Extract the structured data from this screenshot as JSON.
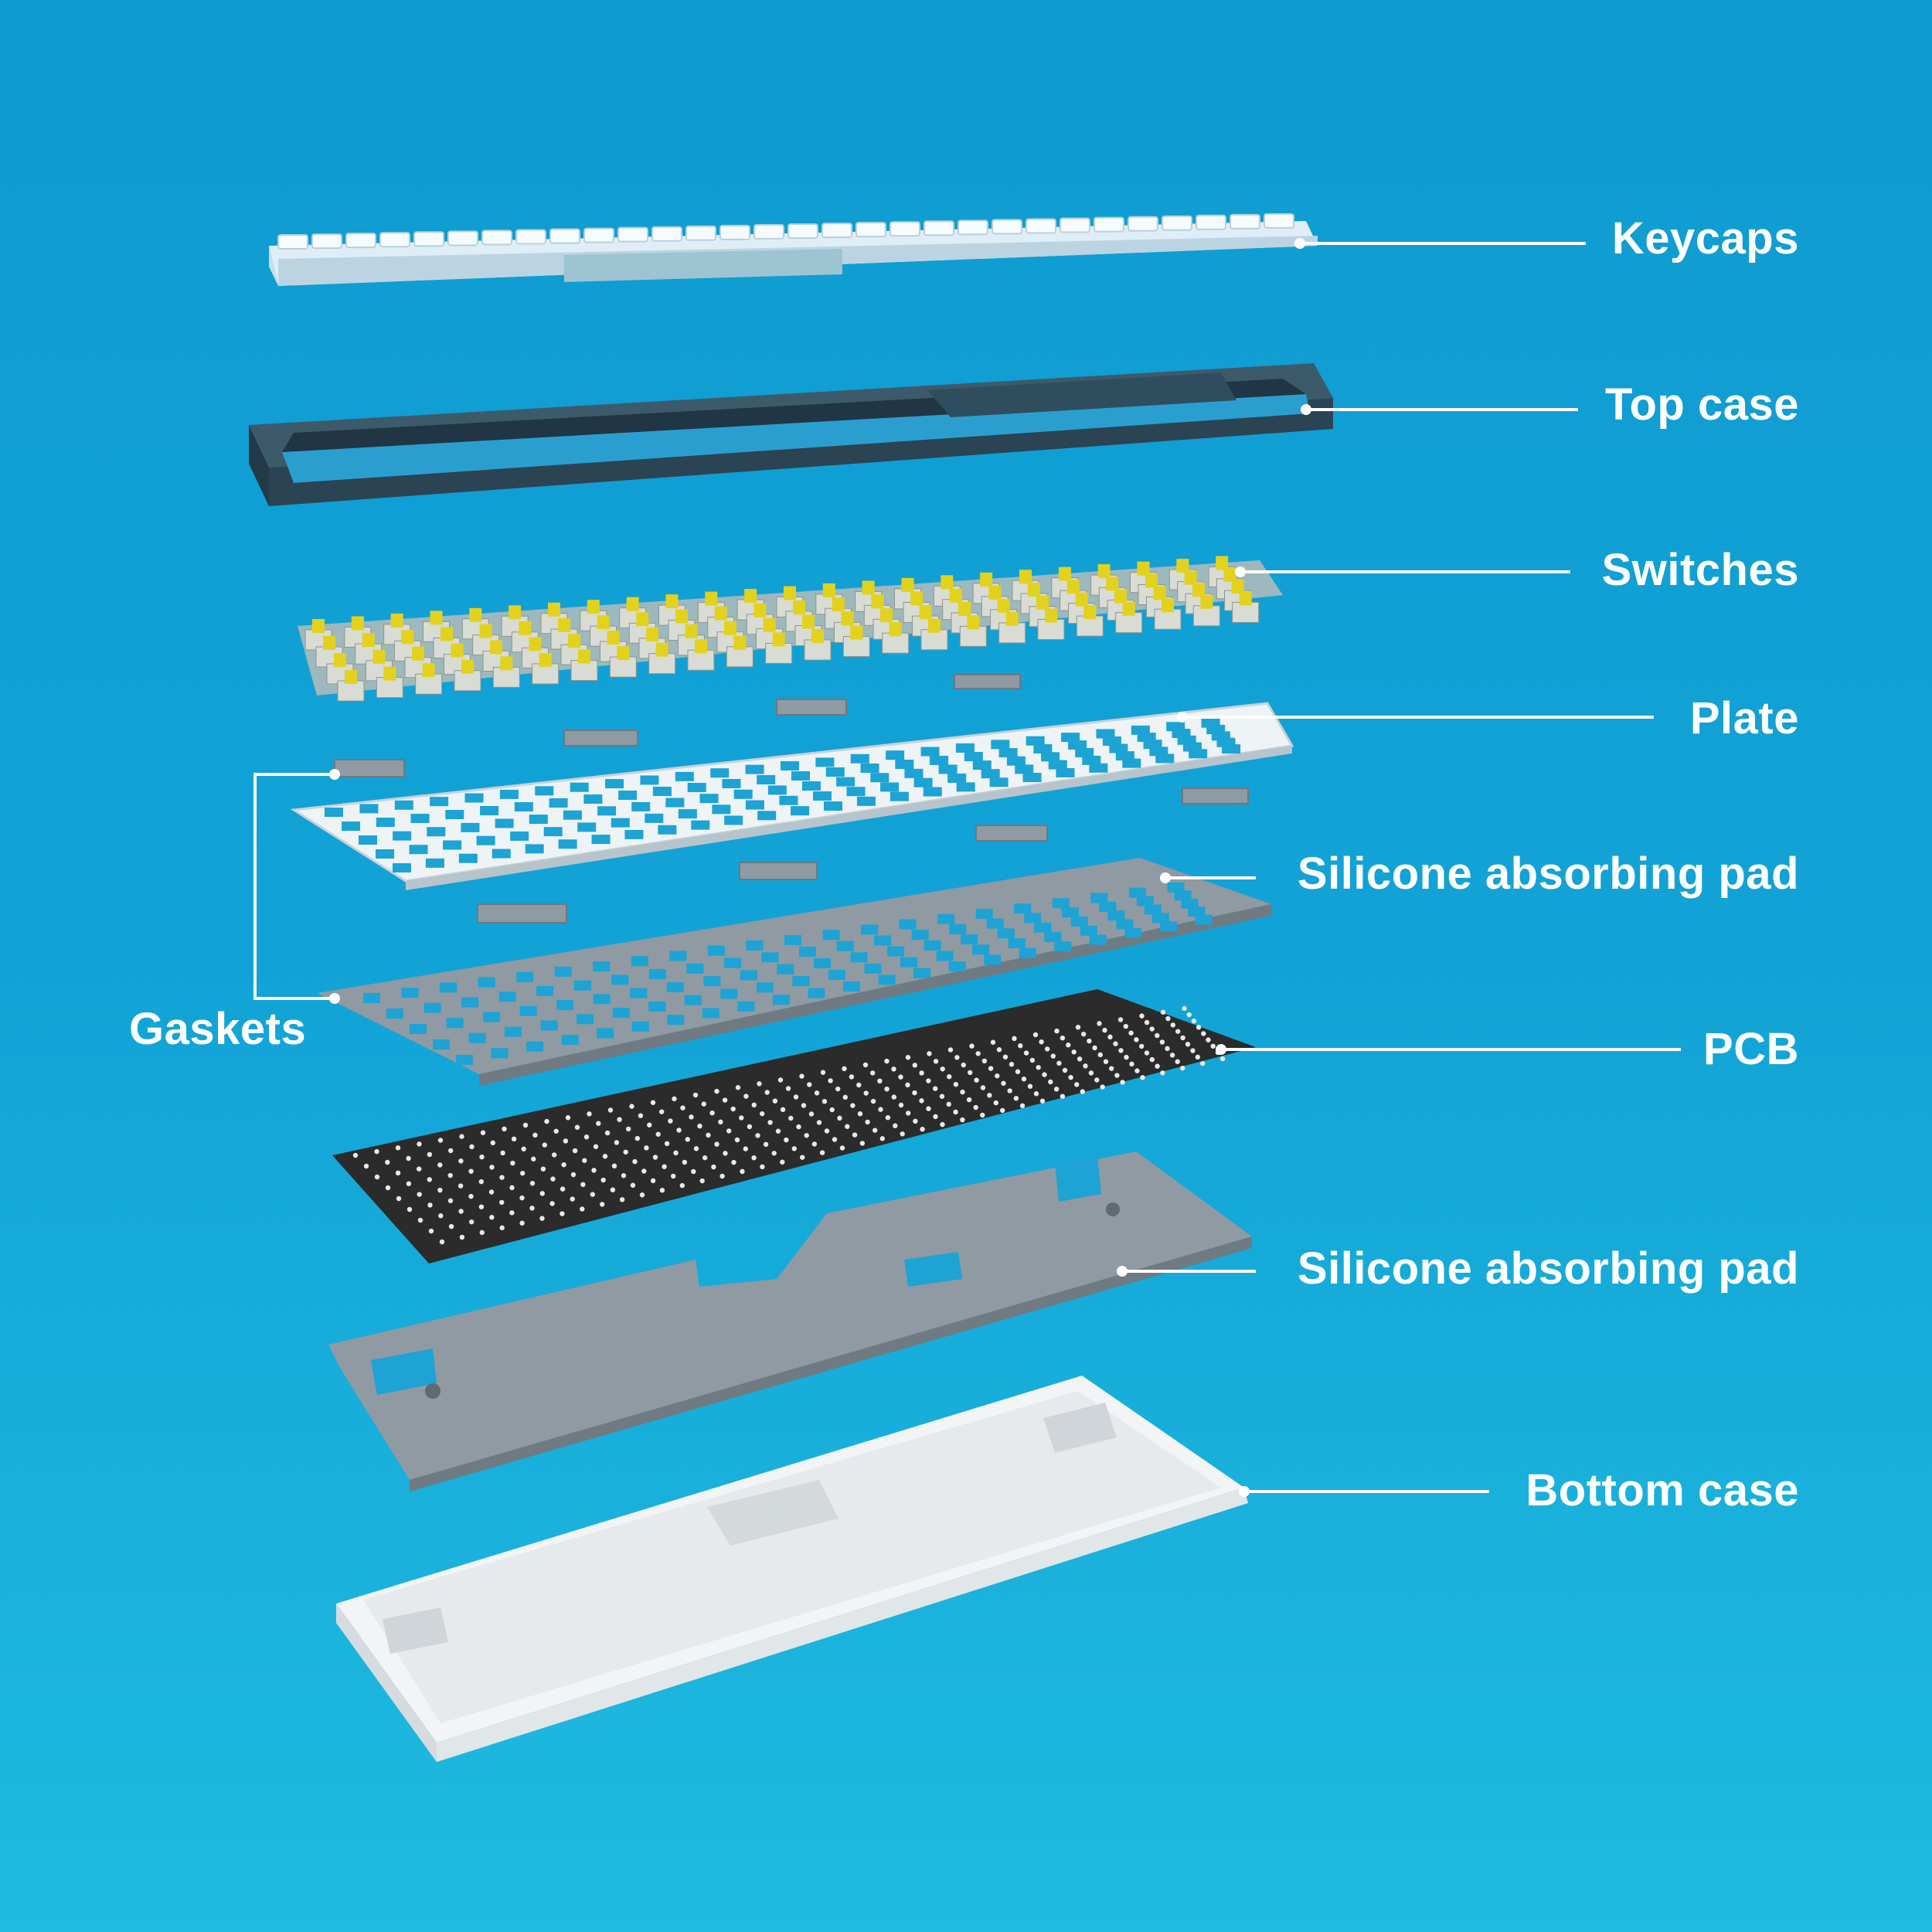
{
  "labels": {
    "keycaps": "Keycaps",
    "top_case": "Top case",
    "switches": "Switches",
    "plate": "Plate",
    "silicone_pad_upper": "Silicone absorbing pad",
    "gaskets": "Gaskets",
    "pcb": "PCB",
    "silicone_pad_lower": "Silicone absorbing pad",
    "bottom_case": "Bottom case"
  },
  "colors": {
    "background_top": "#0e9bd1",
    "background_bottom": "#1fbbe0",
    "label_text": "#ffffff",
    "keycap": "#e3eff5",
    "top_case": "#2f4d5e",
    "switch_stem": "#e3d21d",
    "plate": "#eef3f6",
    "silicone_pad": "#8f9aa3",
    "pcb": "#2b2b2b",
    "bottom_case": "#f2f4f5"
  }
}
